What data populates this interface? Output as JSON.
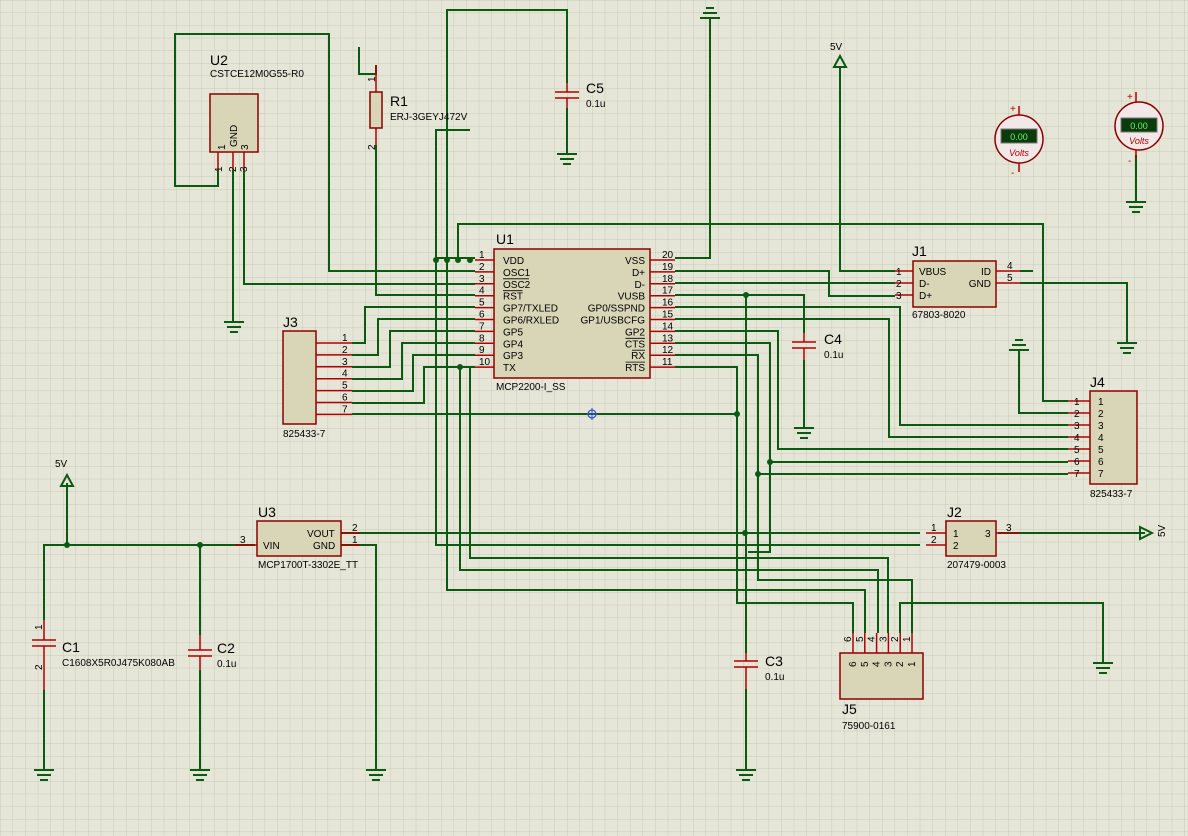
{
  "components": {
    "U1": {
      "ref": "U1",
      "part": "MCP2200-I_SS",
      "left_pins": [
        {
          "num": "1",
          "name": "VDD"
        },
        {
          "num": "2",
          "name": "OSC1"
        },
        {
          "num": "3",
          "name": "OSC2"
        },
        {
          "num": "4",
          "name": "RST"
        },
        {
          "num": "5",
          "name": "GP7/TXLED"
        },
        {
          "num": "6",
          "name": "GP6/RXLED"
        },
        {
          "num": "7",
          "name": "GP5"
        },
        {
          "num": "8",
          "name": "GP4"
        },
        {
          "num": "9",
          "name": "GP3"
        },
        {
          "num": "10",
          "name": "TX"
        }
      ],
      "right_pins": [
        {
          "num": "20",
          "name": "VSS"
        },
        {
          "num": "19",
          "name": "D+"
        },
        {
          "num": "18",
          "name": "D-"
        },
        {
          "num": "17",
          "name": "VUSB"
        },
        {
          "num": "16",
          "name": "GP0/SSPND"
        },
        {
          "num": "15",
          "name": "GP1/USBCFG"
        },
        {
          "num": "14",
          "name": "GP2"
        },
        {
          "num": "13",
          "name": "CTS"
        },
        {
          "num": "12",
          "name": "RX"
        },
        {
          "num": "11",
          "name": "RTS"
        }
      ]
    },
    "U2": {
      "ref": "U2",
      "part": "CSTCE12M0G55-R0",
      "inner": "GND",
      "pins": [
        "1",
        "2",
        "3"
      ]
    },
    "U3": {
      "ref": "U3",
      "part": "MCP1700T-3302E_TT",
      "vin": "VIN",
      "vout": "VOUT",
      "gnd": "GND",
      "pin_vin": "3",
      "pin_vout": "2",
      "pin_gnd": "1"
    },
    "R1": {
      "ref": "R1",
      "part": "ERJ-3GEYJ472V",
      "pin1": "1",
      "pin2": "2"
    },
    "C1": {
      "ref": "C1",
      "part": "C1608X5R0J475K080AB",
      "pin1": "1",
      "pin2": "2"
    },
    "C2": {
      "ref": "C2",
      "value": "0.1u"
    },
    "C3": {
      "ref": "C3",
      "value": "0.1u"
    },
    "C4": {
      "ref": "C4",
      "value": "0.1u"
    },
    "C5": {
      "ref": "C5",
      "value": "0.1u"
    },
    "J1": {
      "ref": "J1",
      "part": "67803-8020",
      "left_pins": [
        {
          "num": "1",
          "name": "VBUS"
        },
        {
          "num": "2",
          "name": "D-"
        },
        {
          "num": "3",
          "name": "D+"
        }
      ],
      "right_pins": [
        {
          "num": "4",
          "name": "ID"
        },
        {
          "num": "5",
          "name": "GND"
        }
      ]
    },
    "J2": {
      "ref": "J2",
      "part": "207479-0003",
      "pins": [
        "1",
        "2",
        "3"
      ]
    },
    "J3": {
      "ref": "J3",
      "part": "825433-7",
      "pins": [
        "1",
        "2",
        "3",
        "4",
        "5",
        "6",
        "7"
      ]
    },
    "J4": {
      "ref": "J4",
      "part": "825433-7",
      "pins": [
        "1",
        "2",
        "3",
        "4",
        "5",
        "6",
        "7"
      ]
    },
    "J5": {
      "ref": "J5",
      "part": "75900-0161",
      "pins": [
        "6",
        "5",
        "4",
        "3",
        "2",
        "1"
      ]
    }
  },
  "power_labels": {
    "p5v_top": "5V",
    "p5v_left": "5V",
    "p5v_right": "5V"
  },
  "voltmeters": {
    "label": "Volts",
    "readout": "0.00",
    "plus": "+",
    "minus": "-"
  },
  "colors": {
    "background": "#e6e6d8",
    "grid": "#c9c9b5",
    "wire": "#0b5a12",
    "pin": "#b00000",
    "body": "#d8d6b6",
    "outline": "#8b0000"
  }
}
